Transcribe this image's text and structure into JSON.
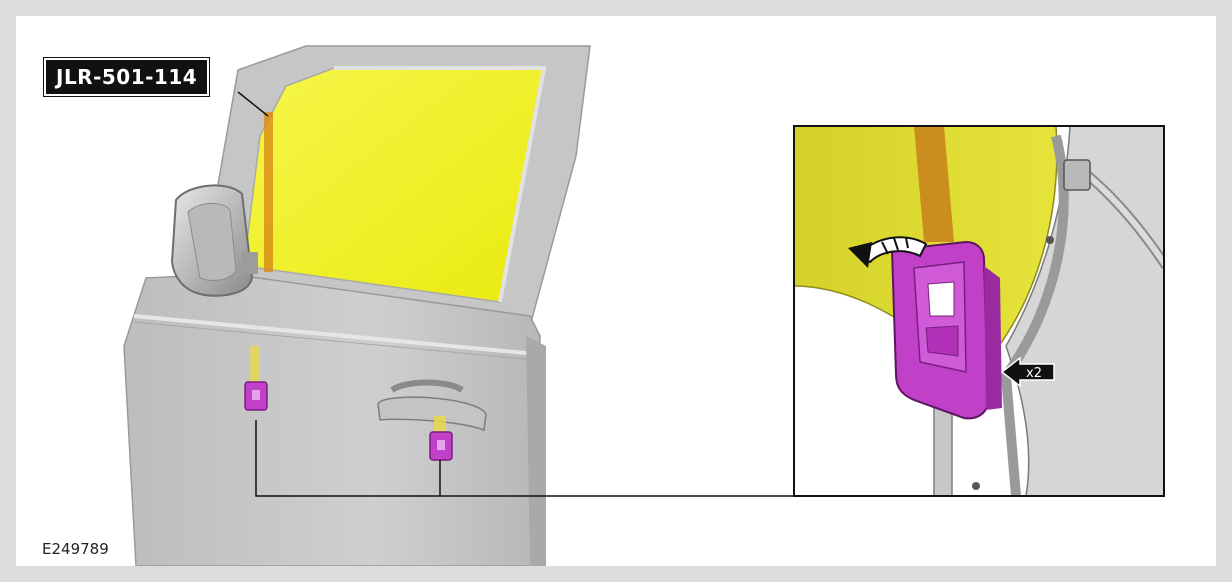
{
  "tool_label": "JLR-501-114",
  "figure_id": "E249789",
  "quantity_label": "x2",
  "colors": {
    "background": "#dcdcdc",
    "panel": "#ffffff",
    "door_body": "#c9c9c9",
    "glass": "#f2f21a",
    "clip": "#c040c8",
    "adhesive_strip": "#d98a18",
    "callout_border": "#111111"
  },
  "icons": [
    "rotate-arrow-icon",
    "push-arrow-icon"
  ]
}
